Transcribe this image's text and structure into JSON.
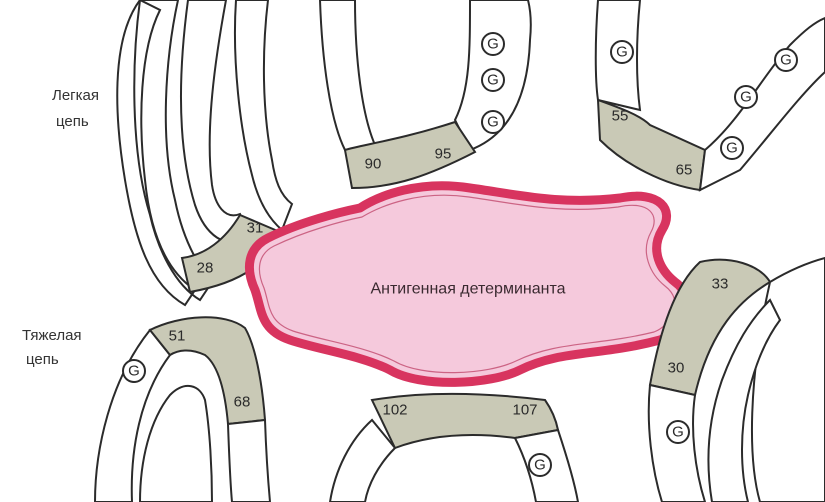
{
  "labels": {
    "light_chain_line1": "Легкая",
    "light_chain_line2": "цепь",
    "heavy_chain_line1": "Тяжелая",
    "heavy_chain_line2": "цепь",
    "determinant": "Антигенная детерминанта"
  },
  "residues": {
    "r28": "28",
    "r31": "31",
    "r90": "90",
    "r95": "95",
    "r55": "55",
    "r65": "65",
    "r51": "51",
    "r68": "68",
    "r102": "102",
    "r107": "107",
    "r33": "33",
    "r30": "30"
  },
  "glycan_symbol": "G",
  "colors": {
    "determinant_fill": "#f5c9dc",
    "determinant_border": "#d8345f",
    "segment_fill": "#c9c9b6",
    "outline": "#2b2b2b"
  }
}
